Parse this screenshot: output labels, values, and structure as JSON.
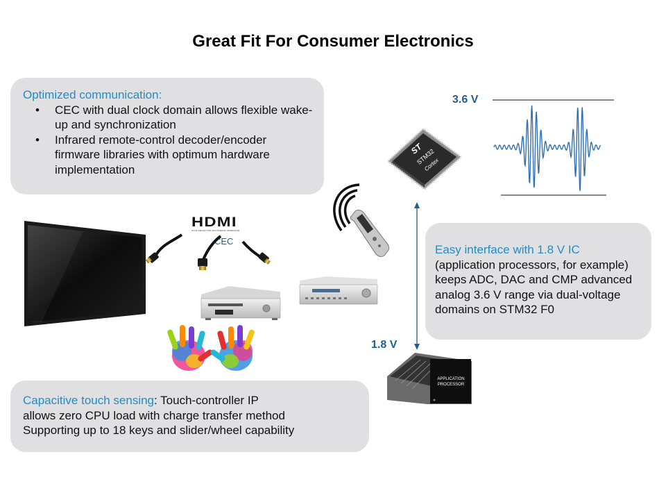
{
  "title": "Great Fit For Consumer Electronics",
  "comm": {
    "heading": "Optimized communication:",
    "bullets": [
      {
        "marker": "•",
        "text": "CEC with dual clock domain allows flexible wake-up and synchronization"
      },
      {
        "marker": "•",
        "text": "Infrared remote-control decoder/encoder firmware libraries with optimum hardware implementation"
      }
    ]
  },
  "interface": {
    "heading": "Easy interface with 1.8 V IC",
    "body": "(application processors, for example) keeps ADC, DAC and CMP advanced analog 3.6 V range via dual-voltage domains on STM32 F0"
  },
  "touch": {
    "heading": "Capacitive touch sensing",
    "heading_suffix": ": Touch-controller IP",
    "lines": [
      "allows zero CPU load with charge transfer method",
      "Supporting up to 18 keys and slider/wheel capability"
    ]
  },
  "voltages": {
    "high": "3.6 V",
    "low": "1.8 V"
  },
  "hdmi": {
    "logo": "HDMI",
    "tagline": "HIGH-DEFINITION MULTIMEDIA INTERFACE",
    "cec": "CEC"
  },
  "mcu_chip": {
    "brand": "ST",
    "line1": "STM32",
    "line2": "Cortex"
  },
  "app_chip": {
    "line1": "APPLICATION",
    "line2": "PROCESSOR"
  },
  "colors": {
    "accent": "#1f8dc6",
    "panel": "#e0e0e2",
    "voltage": "#1f5f8f",
    "wave": "#2f6fb5"
  },
  "icons": [
    "tv-icon",
    "hdmi-cable-icon",
    "dvd-player-icon",
    "av-receiver-icon",
    "remote-control-icon",
    "hand-print-icon",
    "mcu-chip-icon",
    "application-processor-icon"
  ]
}
